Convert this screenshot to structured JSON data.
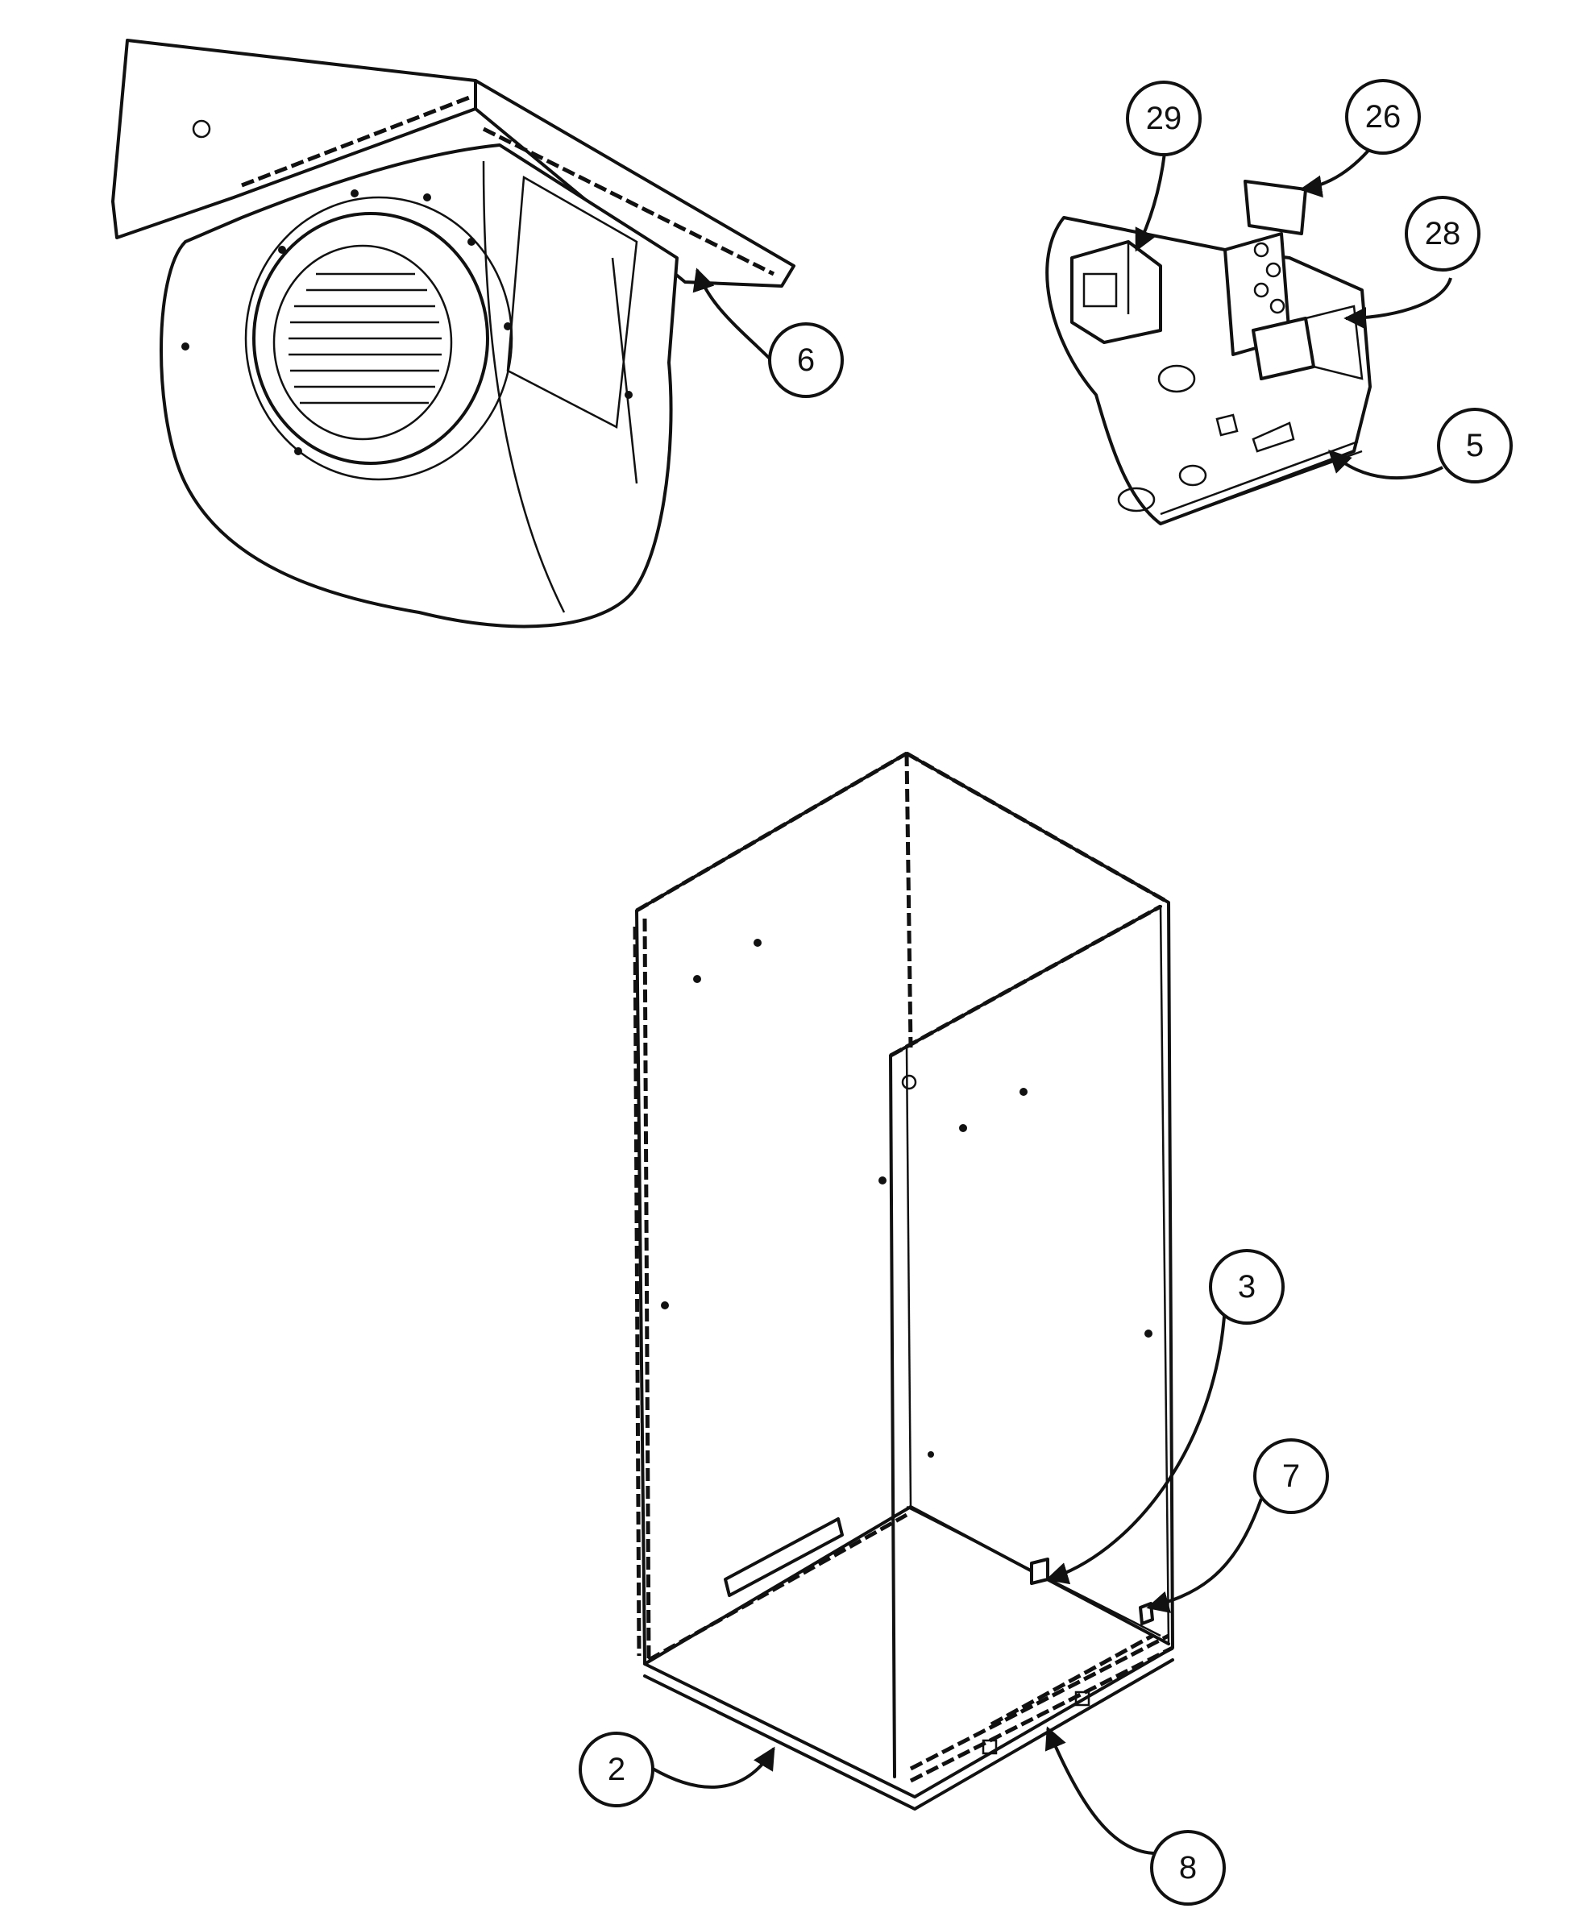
{
  "callouts": [
    {
      "id": "c6",
      "label": "6"
    },
    {
      "id": "c29",
      "label": "29"
    },
    {
      "id": "c26",
      "label": "26"
    },
    {
      "id": "c28",
      "label": "28"
    },
    {
      "id": "c5",
      "label": "5"
    },
    {
      "id": "c3",
      "label": "3"
    },
    {
      "id": "c7",
      "label": "7"
    },
    {
      "id": "c2",
      "label": "2"
    },
    {
      "id": "c8",
      "label": "8"
    }
  ],
  "colors": {
    "line": "#111111",
    "background": "#ffffff"
  }
}
